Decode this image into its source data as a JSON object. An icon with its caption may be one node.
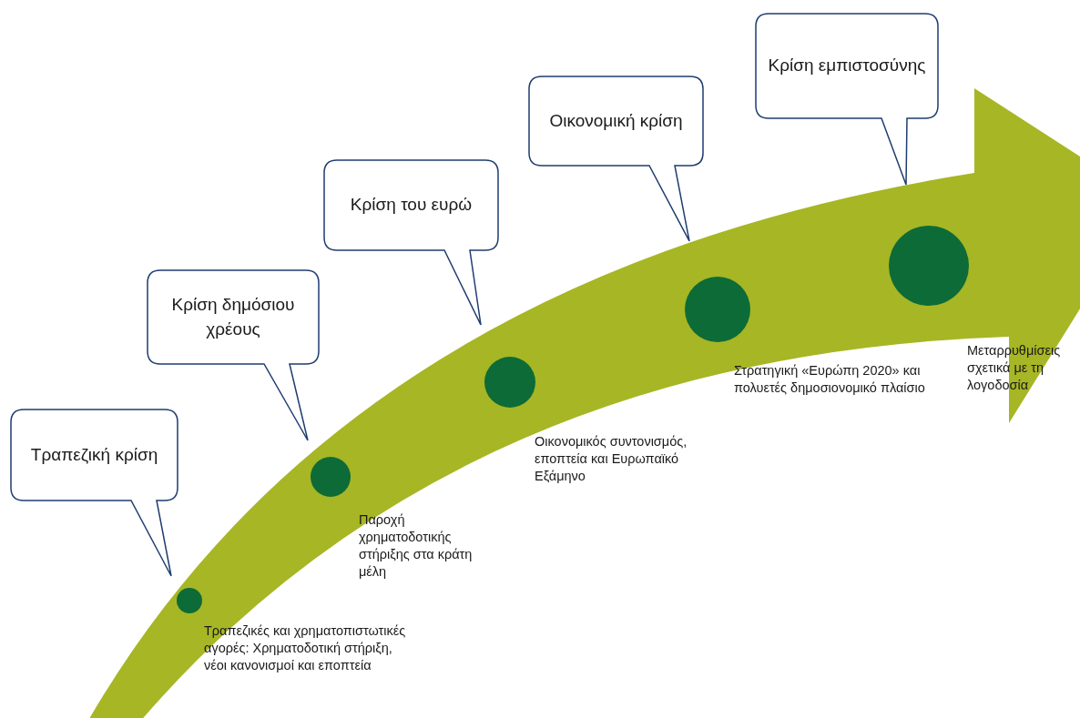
{
  "diagram": {
    "nodes": [
      {
        "text": [
          "Τραπεζική κρίση"
        ]
      },
      {
        "text": [
          "Κρίση δημόσιου χρέους"
        ]
      },
      {
        "text": [
          "Κρίση του ευρώ"
        ]
      },
      {
        "text": [
          "Οικονομική κρίση"
        ]
      },
      {
        "text": [
          "Κρίση εμπιστοσύνης"
        ]
      },
      {
        "text": [],
        "shape": "circle",
        "beside": [
          "Τραπεζικές και χρηματοπιστωτικές αγορές: Χρηματοδοτική στήριξη, νέοι κανονισμοί και εποπτεία"
        ]
      },
      {
        "text": [],
        "shape": "circle",
        "beside": [
          "Παροχή χρηματοδοτικής στήριξης στα κράτη μέλη"
        ]
      },
      {
        "text": [],
        "shape": "circle",
        "beside": [
          "Οικονομικός συντονισμός, εποπτεία και Ευρωπαϊκό Εξάμηνο"
        ]
      },
      {
        "text": [],
        "shape": "circle",
        "beside": [
          "Στρατηγική «Ευρώπη 2020» και πολυετές δημοσιονομικό πλαίσιο"
        ]
      },
      {
        "text": [],
        "shape": "circle",
        "beside": [
          "Μεταρρυθμίσεις σχετικά με τη λογοδοσία"
        ]
      }
    ]
  }
}
